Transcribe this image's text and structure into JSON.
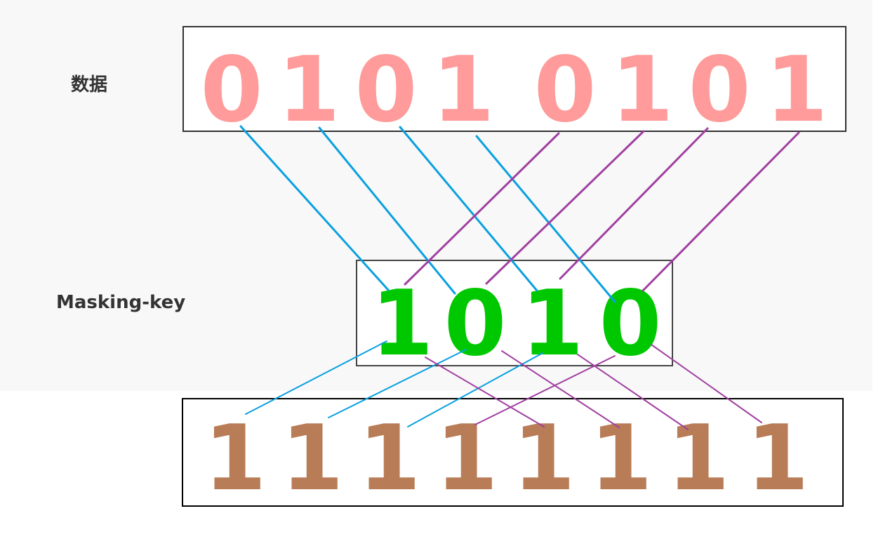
{
  "labels": {
    "data": "数据",
    "mask": "Masking-key"
  },
  "data_bits": [
    "0",
    "1",
    "0",
    "1",
    "0",
    "1",
    "0",
    "1"
  ],
  "mask_bits": [
    "1",
    "0",
    "1",
    "0"
  ],
  "result_bits": [
    "1",
    "1",
    "1",
    "1",
    "1",
    "1",
    "1",
    "1"
  ],
  "colors": {
    "data": "#ff9b9b",
    "mask": "#00c800",
    "result": "#b87c56",
    "line_blue": "#0aa0e0",
    "line_purple": "#a040a0"
  }
}
